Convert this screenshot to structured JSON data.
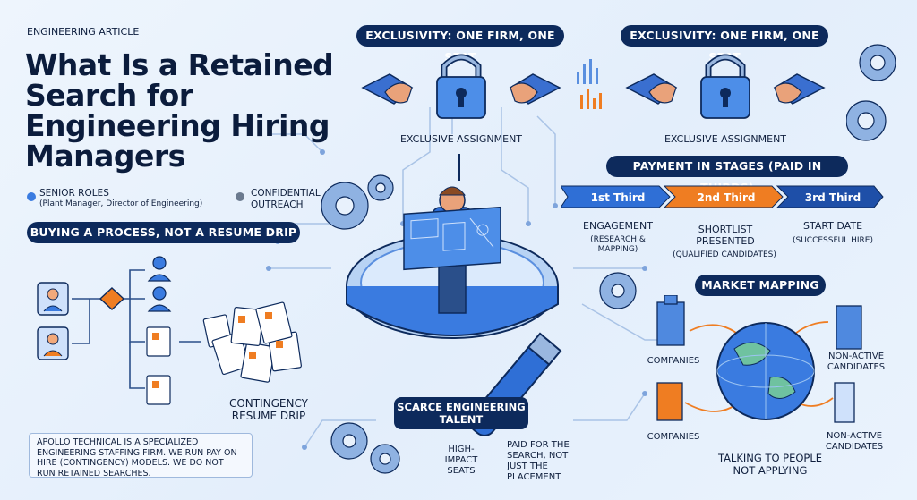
{
  "header": {
    "kicker": "ENGINEERING ARTICLE",
    "title": "What Is a Retained Search for Engineering Hiring Managers"
  },
  "legend": {
    "senior_roles": "SENIOR ROLES",
    "senior_roles_sub": "(Plant Manager, Director of Engineering)",
    "confidential": "CONFIDENTIAL OUTREACH"
  },
  "banner_process": "BUYING A PROCESS, NOT A RESUME DRIP",
  "contingency": "CONTINGENCY RESUME DRIP",
  "exclusivity": {
    "label_left": "EXCLUSIVITY: ONE FIRM, ONE SEAT",
    "label_right": "EXCLUSIVITY: ONE FIRM, ONE SEAT",
    "assignment_left": "EXCLUSIVE ASSIGNMENT",
    "assignment_right": "EXCLUSIVE ASSIGNMENT"
  },
  "payment": {
    "title": "PAYMENT IN STAGES (PAID IN THIRDS)",
    "stages": [
      {
        "label": "1st Third",
        "desc": "ENGAGEMENT",
        "sub": "(RESEARCH & MAPPING)",
        "color": "#2f6fd6"
      },
      {
        "label": "2nd Third",
        "desc": "SHORTLIST PRESENTED",
        "sub": "(QUALIFIED CANDIDATES)",
        "color": "#ef7d22"
      },
      {
        "label": "3rd Third",
        "desc": "START DATE",
        "sub": "(SUCCESSFUL HIRE)",
        "color": "#1e4fa8"
      }
    ]
  },
  "center": {
    "scarce": "SCARCE ENGINEERING TALENT",
    "high_impact": "HIGH-IMPACT SEATS",
    "paid_for": "PAID FOR THE SEARCH, NOT JUST THE PLACEMENT"
  },
  "market": {
    "title": "MARKET MAPPING",
    "companies_top": "COMPANIES",
    "companies_bottom": "COMPANIES",
    "non_active_top": "NON-ACTIVE CANDIDATES",
    "non_active_bottom": "NON-ACTIVE CANDIDATES",
    "talking": "TALKING TO PEOPLE NOT APPLYING"
  },
  "disclaimer": "APOLLO TECHNICAL IS A SPECIALIZED ENGINEERING STAFFING FIRM. WE RUN PAY ON HIRE (CONTINGENCY) MODELS. WE DO NOT RUN RETAINED SEARCHES.",
  "colors": {
    "navy": "#0d2a5c",
    "blue": "#2f6fd6",
    "orange": "#ef7d22",
    "bg": "#e8f1fc"
  }
}
